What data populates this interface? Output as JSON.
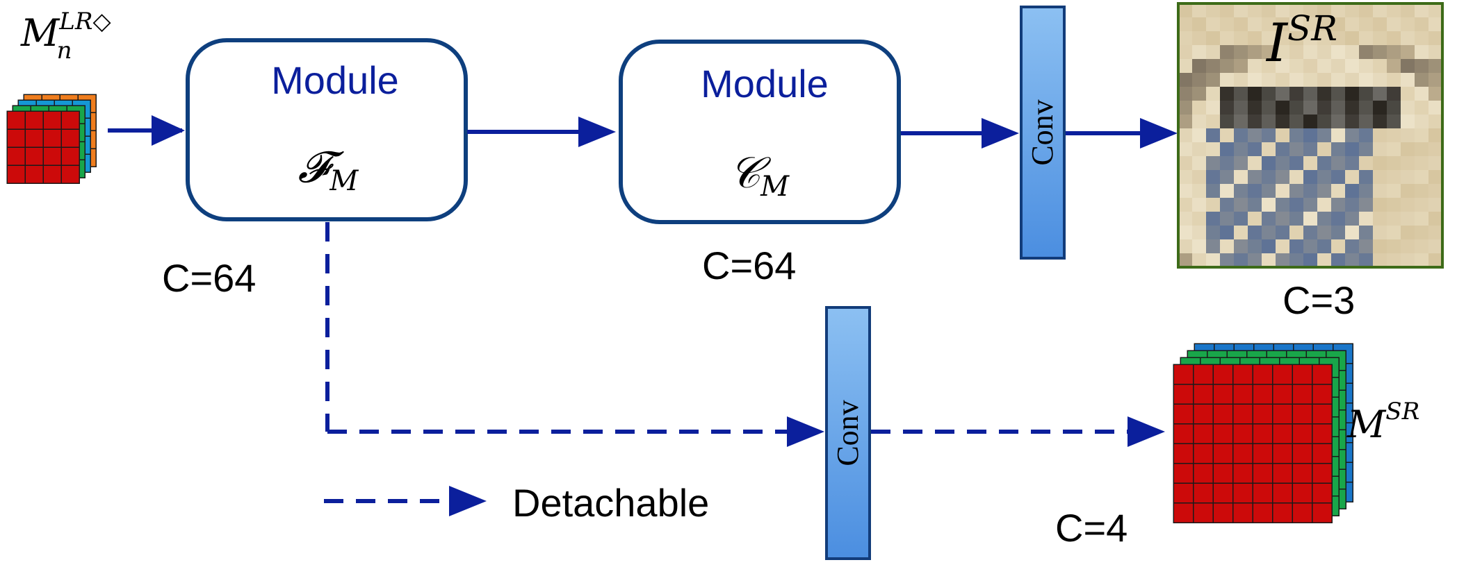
{
  "input": {
    "label_base": "M",
    "label_sup": "LR◇",
    "label_sub": "n",
    "grid_size": 4,
    "layer_colors": [
      "#ef7d1e",
      "#1597d4",
      "#19a64a",
      "#cc0a0a"
    ]
  },
  "module_f": {
    "title": "Module",
    "symbol": "𝓕",
    "symbol_sub": "M",
    "channels": "C=64"
  },
  "module_c": {
    "title": "Module",
    "symbol": "𝒞",
    "symbol_sub": "M",
    "channels": "C=64"
  },
  "conv_top": {
    "label": "Conv"
  },
  "conv_bottom": {
    "label": "Conv"
  },
  "output_image": {
    "label_base": "I",
    "label_sup": "SR",
    "channels": "C=3"
  },
  "output_map": {
    "label_base": "M",
    "label_sup": "SR",
    "channels": "C=4",
    "grid_size": 8,
    "layer_colors": [
      "#1a76c9",
      "#19a64a",
      "#19a64a",
      "#cc0a0a"
    ]
  },
  "legend": {
    "label": "Detachable"
  },
  "colors": {
    "arrow": "#0b1f9c",
    "module_border": "#0e3f7e",
    "module_title": "#0b1f9c",
    "conv_fill_top": "#7db4ec",
    "conv_fill_bottom": "#4c8fdf",
    "conv_border": "#123c7a",
    "image_border": "#3d6b18"
  }
}
